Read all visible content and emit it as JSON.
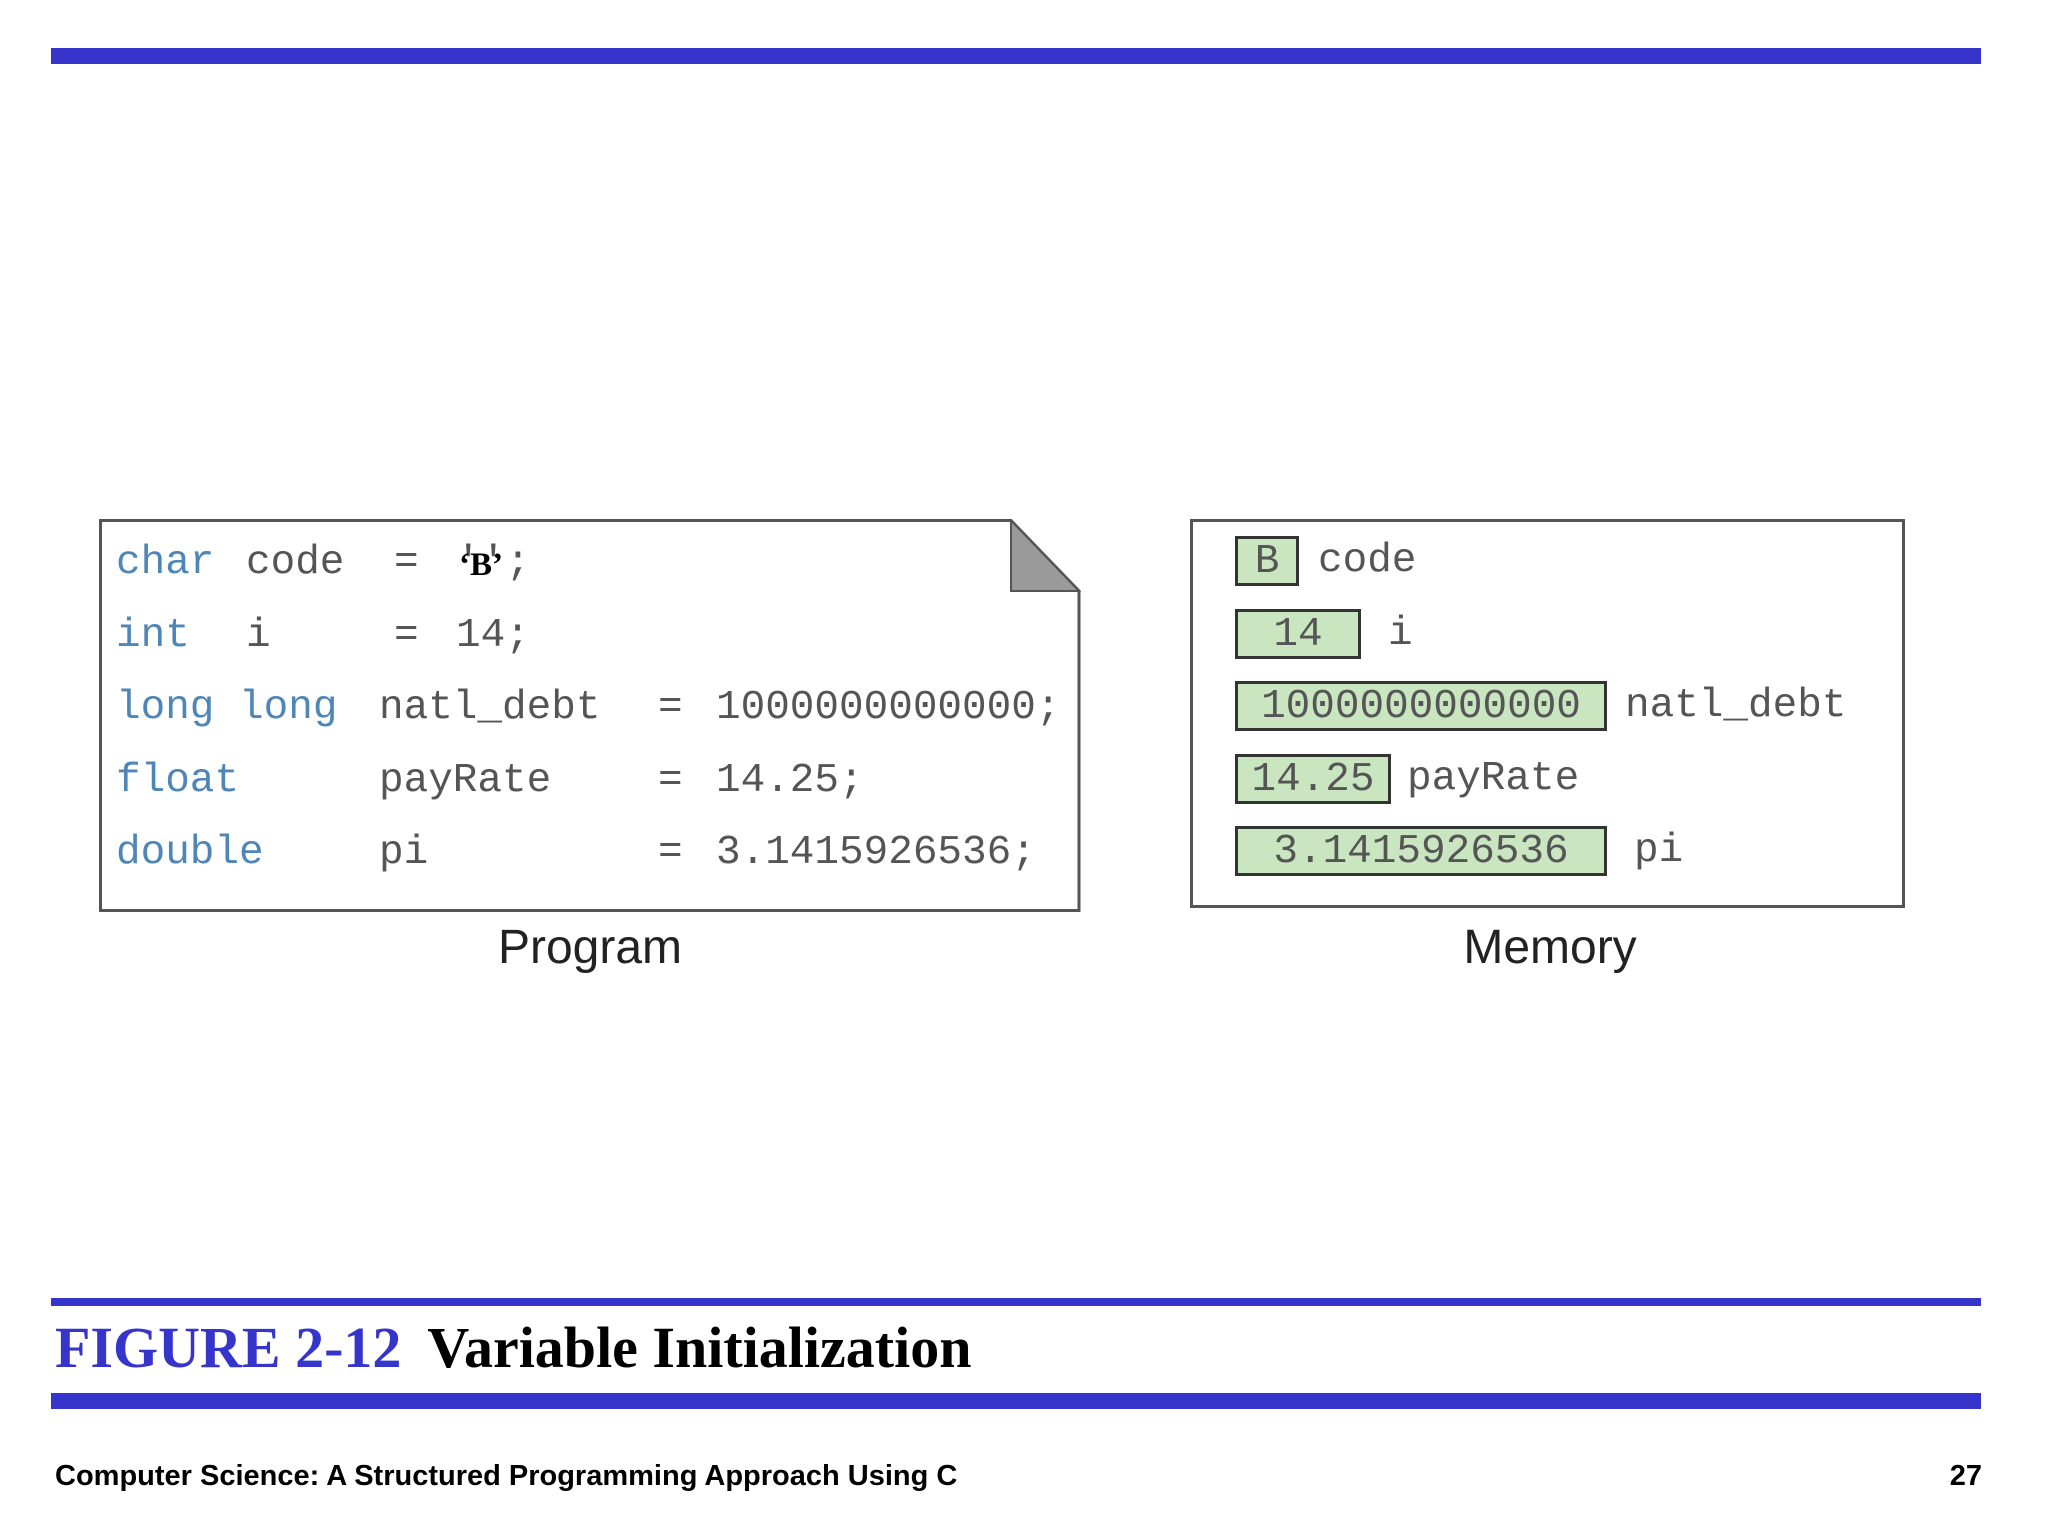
{
  "colors": {
    "accent_blue": "#3535cc",
    "keyword_blue": "#4f86b8",
    "memory_cell_green": "#c9e6c0",
    "code_gray": "#555555"
  },
  "program": {
    "caption": "Program",
    "lines": [
      {
        "type": "char",
        "name": "code",
        "op": "=",
        "value_prefix": "'",
        "value_overlay": "‘B’",
        "value_suffix": "';"
      },
      {
        "type": "int",
        "name": "i",
        "op": "=",
        "value": "14;"
      },
      {
        "type": "long long",
        "name": "natl_debt",
        "op": "=",
        "value": "1000000000000;"
      },
      {
        "type": "float",
        "name": "payRate",
        "op": "=",
        "value": "14.25;"
      },
      {
        "type": "double",
        "name": "pi",
        "op": "=",
        "value": "3.1415926536;"
      }
    ]
  },
  "memory": {
    "caption": "Memory",
    "cells": [
      {
        "value": "B",
        "label": "code"
      },
      {
        "value": "14",
        "label": "i"
      },
      {
        "value": "1000000000000",
        "label": "natl_debt"
      },
      {
        "value": "14.25",
        "label": "payRate"
      },
      {
        "value": "3.1415926536",
        "label": "pi"
      }
    ]
  },
  "figure": {
    "number": "FIGURE 2-12",
    "title": "Variable Initialization"
  },
  "footer": {
    "book_title": "Computer Science: A Structured Programming Approach Using C",
    "page_number": "27"
  }
}
